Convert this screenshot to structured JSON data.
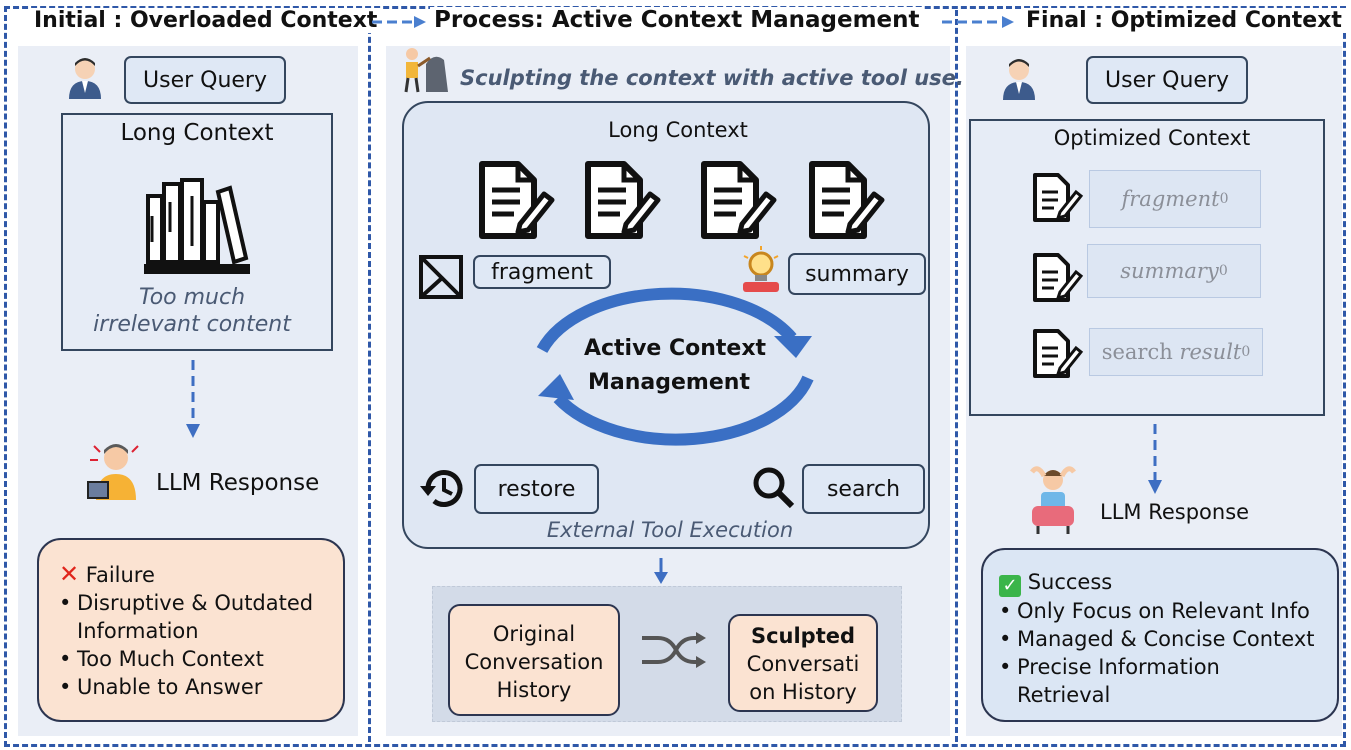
{
  "left": {
    "title": "Initial : Overloaded Context",
    "user_query": "User Query",
    "long_context": "Long Context",
    "too_much_1": "Too much",
    "too_much_2": "irrelevant content",
    "llm_response": "LLM Response",
    "failure": {
      "title": "Failure",
      "items": [
        "Disruptive & Outdated",
        "Information",
        "Too Much Context",
        "Unable to Answer"
      ]
    }
  },
  "middle": {
    "title": "Process: Active Context Management",
    "subtitle": "Sculpting the context with active tool use.",
    "long_context": "Long Context",
    "tools": {
      "fragment": "fragment",
      "summary": "summary",
      "restore": "restore",
      "search": "search"
    },
    "cycle_1": "Active Context",
    "cycle_2": "Management",
    "external": "External Tool Execution",
    "original_1": "Original",
    "original_2": "Conversation",
    "original_3": "History",
    "sculpted_1": "Sculpted",
    "sculpted_2": "Conversati",
    "sculpted_3": "on History"
  },
  "right": {
    "title": "Final : Optimized Context",
    "user_query": "User Query",
    "optimized": "Optimized Context",
    "fragment": "fragment",
    "summary": "summary",
    "search_a": "search",
    "search_b": "result",
    "sub": "0",
    "llm_response": "LLM Response",
    "success": {
      "title": "Success",
      "items": [
        "Only Focus on Relevant Info",
        "Managed & Concise Context",
        "Precise Information",
        "Retrieval"
      ]
    }
  },
  "colors": {
    "accent": "#2f58a8",
    "arrow": "#4a7fcf",
    "failure": "#e0261c",
    "success": "#3bb54a"
  }
}
